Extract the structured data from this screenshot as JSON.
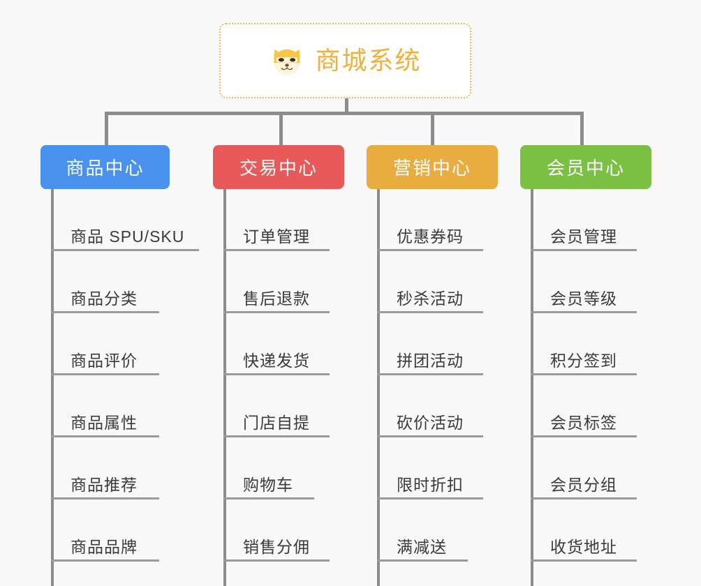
{
  "page": {
    "background_color": "#f8f8f8",
    "type": "mindmap"
  },
  "root": {
    "title": "商城系统",
    "icon": "shiba-dog-face-icon",
    "border_color": "#f0b851",
    "text_color": "#f0b040",
    "background_color": "#ffffff"
  },
  "branches": [
    {
      "label": "商品中心",
      "color": "#4a90ed",
      "items": [
        "商品 SPU/SKU",
        "商品分类",
        "商品评价",
        "商品属性",
        "商品推荐",
        "商品品牌"
      ]
    },
    {
      "label": "交易中心",
      "color": "#e8595a",
      "items": [
        "订单管理",
        "售后退款",
        "快递发货",
        "门店自提",
        "购物车",
        "销售分佣"
      ]
    },
    {
      "label": "营销中心",
      "color": "#e9ac41",
      "items": [
        "优惠券码",
        "秒杀活动",
        "拼团活动",
        "砍价活动",
        "限时折扣",
        "满减送"
      ]
    },
    {
      "label": "会员中心",
      "color": "#7ac143",
      "items": [
        "会员管理",
        "会员等级",
        "积分签到",
        "会员标签",
        "会员分组",
        "收货地址"
      ]
    }
  ],
  "connector_color": "#8c8c8c",
  "leaf_rule_color": "#9a9a9a",
  "leaf_text_color": "#3a3a3a"
}
